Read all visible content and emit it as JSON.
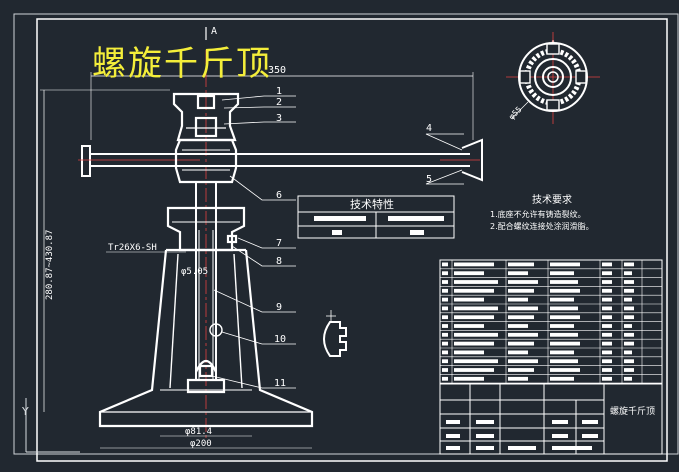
{
  "drawing_title": "螺旋千斤顶",
  "section_marker": "A",
  "section_view_label": "A",
  "dims": {
    "top_span": "350",
    "outer_dia": "φ55",
    "height": "280.87~430.87",
    "thread": "Tr26X6-SH",
    "small_dia": "φ5.05",
    "base_inner": "φ81.4",
    "base_outer": "φ200"
  },
  "part_numbers": [
    "1",
    "2",
    "3",
    "4",
    "5",
    "6",
    "7",
    "8",
    "9",
    "10",
    "11"
  ],
  "tech_char_title": "技术特性",
  "tech_req": {
    "title": "技术要求",
    "lines": [
      "1.底座不允许有铸造裂纹。",
      "2.配合螺纹连接处涂润滑脂。"
    ]
  },
  "title_block_name": "螺旋千斤顶",
  "axis_y": "Y"
}
